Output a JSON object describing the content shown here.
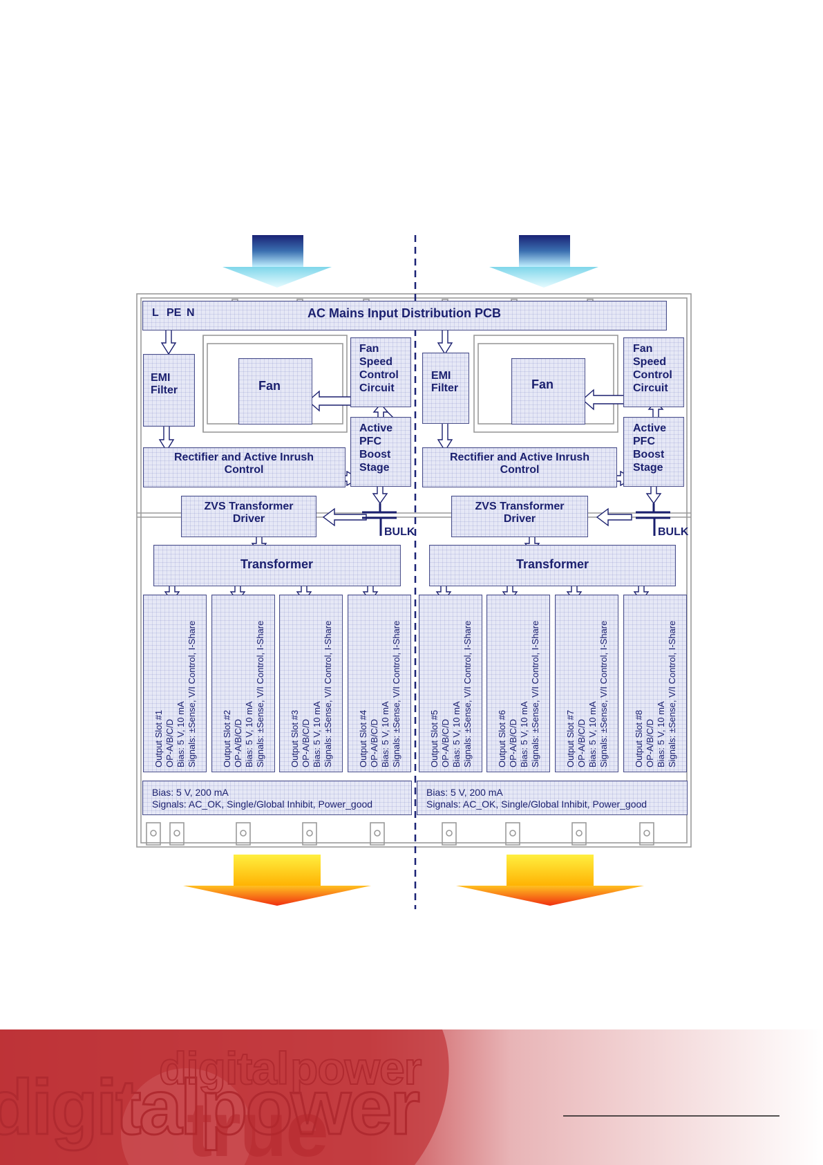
{
  "diagram": {
    "ac_mains_label": "AC Mains Input Distribution PCB",
    "terminals": [
      "L",
      "PE",
      "N"
    ],
    "bulk_label": "BULK",
    "left": {
      "emi_filter": "EMI Filter",
      "fan": "Fan",
      "fan_speed": "Fan Speed Control Circuit",
      "active_pfc": "Active PFC Boost Stage",
      "rectifier": "Rectifier and Active Inrush Control",
      "zvs": "ZVS Transformer Driver",
      "transformer": "Transformer",
      "bias_line1": "Bias: 5 V, 200 mA",
      "bias_line2": "Signals: AC_OK, Single/Global Inhibit, Power_good"
    },
    "right": {
      "emi_filter": "EMI Filter",
      "fan": "Fan",
      "fan_speed": "Fan Speed Control Circuit",
      "active_pfc": "Active PFC Boost Stage",
      "rectifier": "Rectifier and Active Inrush Control",
      "zvs": "ZVS Transformer Driver",
      "transformer": "Transformer",
      "bias_line1": "Bias: 5 V, 200 mA",
      "bias_line2": "Signals: AC_OK, Single/Global Inhibit, Power_good"
    },
    "slots": [
      {
        "name": "Output Slot #1",
        "op": "OP-A/B/C/D",
        "bias": "Bias: 5 V, 10 mA",
        "signals": "Signals: ±Sense, V/I Control, I-Share"
      },
      {
        "name": "Output Slot #2",
        "op": "OP-A/B/C/D",
        "bias": "Bias: 5 V, 10 mA",
        "signals": "Signals: ±Sense, V/I Control, I-Share"
      },
      {
        "name": "Output Slot #3",
        "op": "OP-A/B/C/D",
        "bias": "Bias: 5 V, 10 mA",
        "signals": "Signals: ±Sense, V/I Control, I-Share"
      },
      {
        "name": "Output Slot #4",
        "op": "OP-A/B/C/D",
        "bias": "Bias: 5 V, 10 mA",
        "signals": "Signals: ±Sense, V/I Control, I-Share"
      },
      {
        "name": "Output Slot #5",
        "op": "OP-A/B/C/D",
        "bias": "Bias: 5 V, 10 mA",
        "signals": "Signals: ±Sense, V/I Control, I-Share"
      },
      {
        "name": "Output Slot #6",
        "op": "OP-A/B/C/D",
        "bias": "Bias: 5 V, 10 mA",
        "signals": "Signals: ±Sense, V/I Control, I-Share"
      },
      {
        "name": "Output Slot #7",
        "op": "OP-A/B/C/D",
        "bias": "Bias: 5 V, 10 mA",
        "signals": "Signals: ±Sense, V/I Control, I-Share"
      },
      {
        "name": "Output Slot #8",
        "op": "OP-A/B/C/D",
        "bias": "Bias: 5 V, 10 mA",
        "signals": "Signals: ±Sense, V/I Control, I-Share"
      }
    ]
  },
  "footer": {
    "brand_word_1": "digital",
    "brand_word_2": "power",
    "brand_word_3": "true"
  },
  "colors": {
    "block_text": "#1a1f6e",
    "block_border": "#4a4f8a",
    "block_fill": "#e6e8f6",
    "chassis": "#9a9a9a",
    "inflow_arrow": "#1a2275",
    "outflow_arrow": "#f04010",
    "footer_red": "#c42a2e"
  }
}
